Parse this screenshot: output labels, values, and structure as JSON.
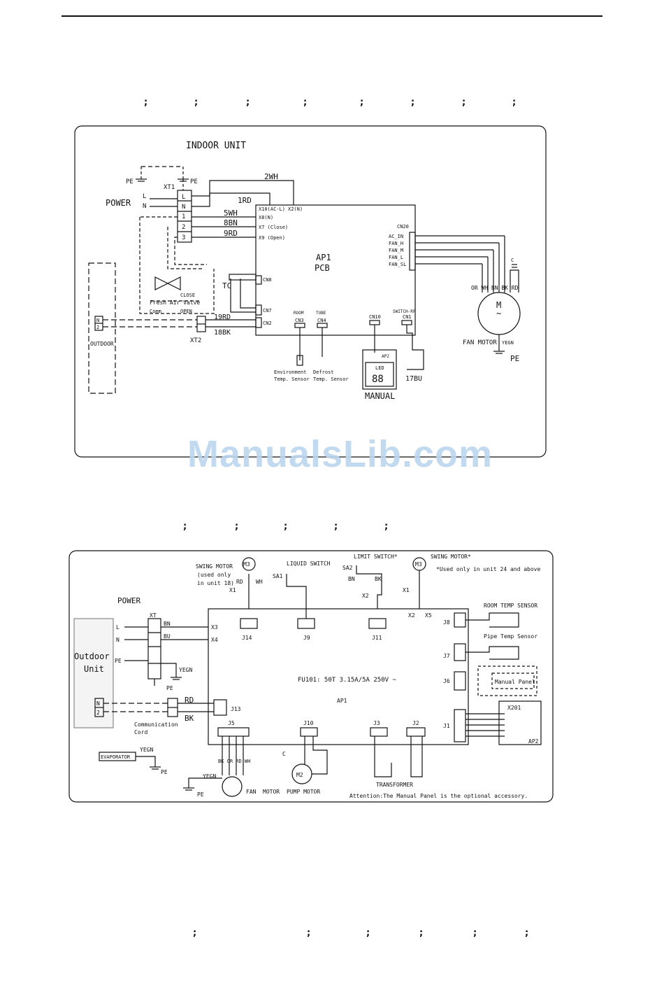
{
  "header": {
    "separator": ";"
  },
  "semicolon_rows": [
    {
      "count": 8
    },
    {
      "count": 5
    },
    {
      "count": 6
    }
  ],
  "diagram1": {
    "title": "INDOOR UNIT",
    "labels": {
      "pe_left": "PE",
      "pe_right": "PE",
      "xt1": "XT1",
      "power": "POWER",
      "l": "L",
      "n": "N",
      "t_l": "L",
      "t_n": "N",
      "t_1": "1",
      "t_2": "2",
      "t_3": "3",
      "w2wh": "2WH",
      "w1rd": "1RD",
      "w5wh": "5WH",
      "w8bn": "8BN",
      "w9rd": "9RD",
      "x10": "X10(AC-L)",
      "x2n": "X2(N)",
      "x8": "X8(N)",
      "x7": "X7 (Close)",
      "x9": "X9 (Open)",
      "cn20": "CN20",
      "ac_in": "AC_IN",
      "fan_h": "FAN_H",
      "fan_m": "FAN_M",
      "fan_l": "FAN_L",
      "fan_sl": "FAN_SL",
      "ap1": "AP1",
      "pcb": "PCB",
      "cap": "C",
      "motor_colors": "OR  WH  BN  BK  RD",
      "m": "M",
      "tilde": "~",
      "fan_motor": "FAN MOTOR",
      "yegn": "YEGN",
      "pe_motor": "PE",
      "tc": "TC",
      "cn8": "CN8",
      "cn7": "CN7",
      "cn2": "CN2",
      "close": "CLOSE",
      "fresh": "Fresh Air Valve",
      "comm": "Comm",
      "open": "OPEN",
      "w19rd": "19RD",
      "w18bk": "18BK",
      "xt2": "XT2",
      "outdoor": "OUTDOOR",
      "out_n": "N",
      "out_2": "2",
      "room": "ROOM",
      "tube": "TUBE",
      "cn3": "CN3",
      "cn4": "CN4",
      "env1": "Environment",
      "env2": "Temp. Sensor",
      "def1": "Defrost",
      "def2": "Temp. Sensor",
      "cn10": "CN10",
      "cn1": "CN1",
      "switch": "SWITCH-RF",
      "ap2": "AP2",
      "led": "LED",
      "digits": "88",
      "manual": "MANUAL",
      "w17bu": "17BU"
    }
  },
  "diagram2": {
    "labels": {
      "swing_l": "SWING MOTOR",
      "used1": "(used only",
      "used2": "in unit 18)",
      "m3": "M3",
      "rd": "RD",
      "wh": "WH",
      "x1": "X1",
      "x2": "X2",
      "x5": "X5",
      "liquid": "LIQUID SWITCH",
      "sa1": "SA1",
      "limit": "LIMIT SWITCH*",
      "sa2": "SA2",
      "bn": "BN",
      "bk": "BK",
      "swing_r": "SWING MOTOR*",
      "note_used": "*Used only in unit 24 and above",
      "power": "POWER",
      "xt": "XT",
      "l": "L",
      "n": "N",
      "pe": "PE",
      "outdoor": "Outdoor",
      "unit": "Unit",
      "x3": "X3",
      "x4": "X4",
      "bu": "BU",
      "yegn": "YEGN",
      "j14": "J14",
      "j9": "J9",
      "j11": "J11",
      "j8": "J8",
      "j7": "J7",
      "j6": "J6",
      "j1": "J1",
      "j13": "J13",
      "j5": "J5",
      "j10": "J10",
      "j3": "J3",
      "j2": "J2",
      "room": "ROOM TEMP SENSOR",
      "pipe": "Pipe Temp Sensor",
      "manual": "Manual Panel",
      "fu": "FU101: 50T 3.15A/5A 250V ~",
      "ap1": "AP1",
      "x201": "X201",
      "ap2": "AP2",
      "comm1": "Communication",
      "comm2": "Cord",
      "evap": "EVAPORATOR",
      "c": "C",
      "m2": "M2",
      "fan": "FAN",
      "motor": "MOTOR",
      "pump": "PUMP MOTOR",
      "transformer": "TRANSFORMER",
      "attention": "Attention:The Manual Panel is the optional accessory.",
      "motor_colors": "BK OR RD WH",
      "t_n": "N",
      "t_2": "2"
    }
  },
  "watermark": "ManualsLib.com"
}
